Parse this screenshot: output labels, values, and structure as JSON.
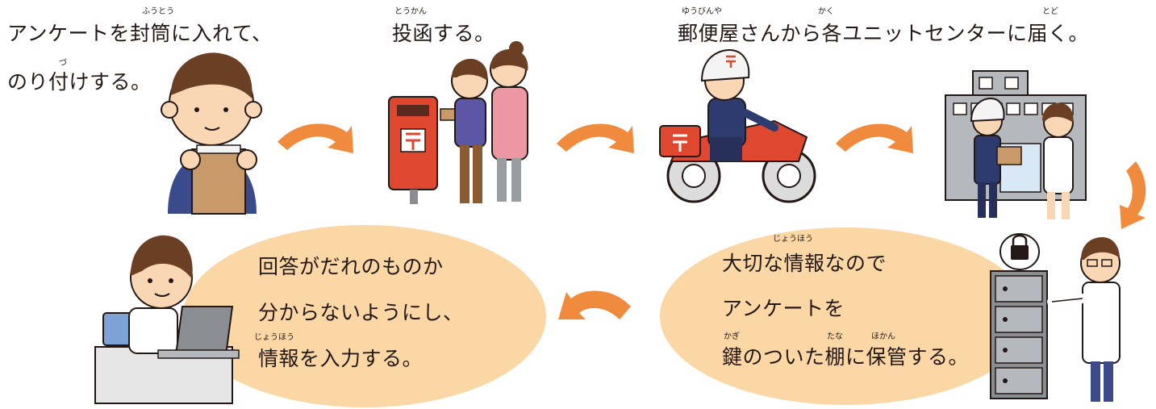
{
  "colors": {
    "arrow": "#f08a3c",
    "bubble": "#fbd7a6",
    "skin": "#f9d7b5",
    "navy": "#3b4a8a",
    "red": "#e0472f",
    "pink": "#ec97a3",
    "gray": "#8a8d91"
  },
  "steps": {
    "step1": {
      "line1": "アンケートを封筒に入れて、",
      "line2": "のり付けする。",
      "ruby_futou": "ふうとう",
      "ruby_zu": "づ"
    },
    "step2": {
      "line1": "投函する。",
      "ruby_toukan": "とうかん"
    },
    "step3": {
      "line1": "郵便屋さんから各ユニットセンターに届く。",
      "ruby_yuubinya": "ゆうびんや",
      "ruby_kaku": "かく",
      "ruby_todo": "とど"
    },
    "step4": {
      "line1": "大切な情報なので",
      "line2": "アンケートを",
      "line3": "鍵のついた棚に保管する。",
      "ruby_jouhou": "じょうほう",
      "ruby_kagi": "かぎ",
      "ruby_tana": "たな",
      "ruby_hokan": "ほかん"
    },
    "step5": {
      "line1": "回答がだれのものか",
      "line2": "分からないようにし、",
      "line3": "情報を入力する。",
      "ruby_jouhou": "じょうほう"
    }
  }
}
